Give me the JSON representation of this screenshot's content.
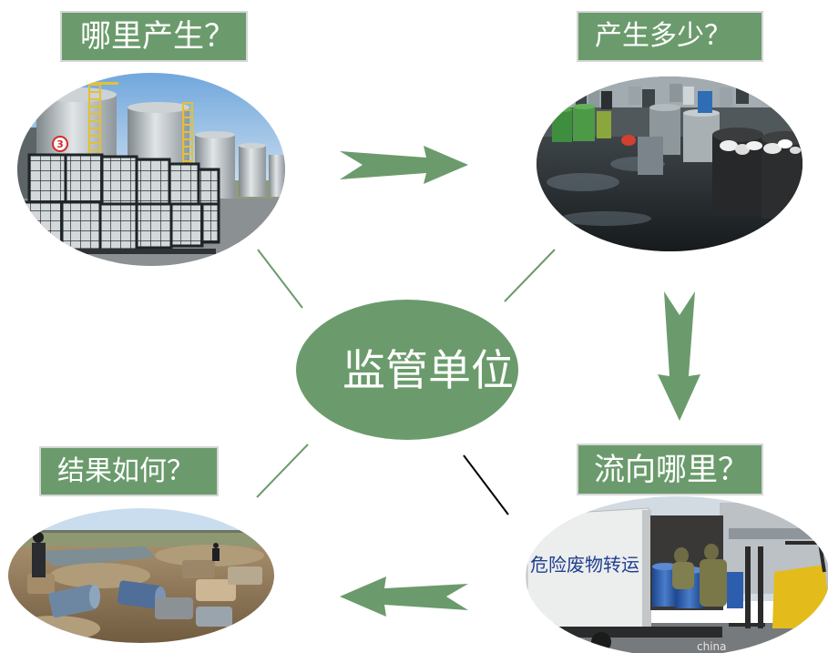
{
  "center_node": {
    "label": "监管单位"
  },
  "questions": {
    "where_generated": "哪里产生？",
    "how_much": "产生多少？",
    "where_to": "流向哪里？",
    "outcome": "结果如何？"
  },
  "photos": {
    "storage_tanks": {
      "tank_marking": "3"
    },
    "transfer_truck": {
      "side_lettering": "危险废物转运"
    },
    "watermark": "china"
  },
  "flow_arrows": [
    "arrow-right-icon",
    "arrow-down-icon",
    "arrow-left-icon"
  ],
  "colors": {
    "node_green": "#6b9b6c",
    "label_border": "#d6d6d6",
    "text": "#ffffff",
    "dark_connector": "#000000"
  }
}
